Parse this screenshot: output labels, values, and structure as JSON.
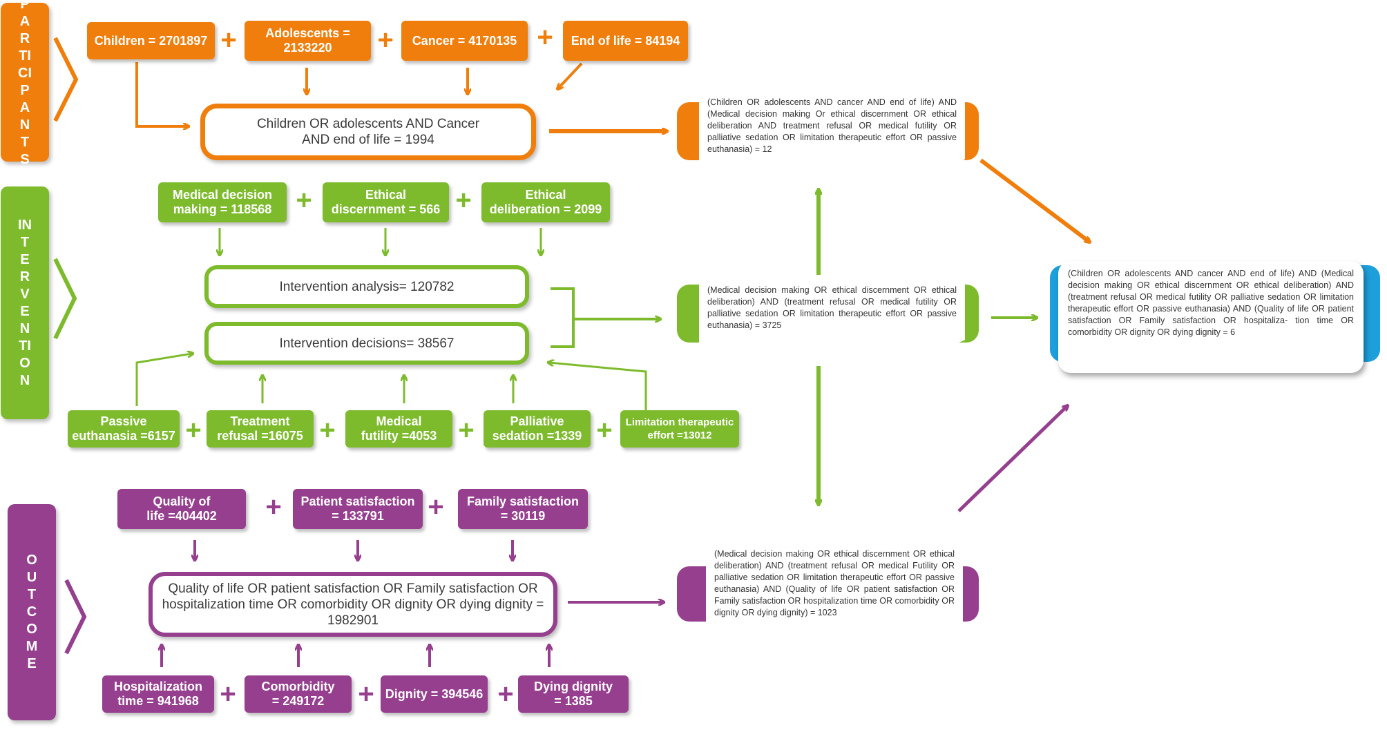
{
  "participants": {
    "side_label": "PARTICIPANTS",
    "terms": [
      "Children = 2701897",
      "Adolescents =\n2133220",
      "Cancer = 4170135",
      "End of life = 84194"
    ],
    "combined": "Children OR adolescents AND Cancer\nAND end of life = 1994",
    "result": "(Children OR adolescents AND cancer AND end of life) AND (Medical decision making Or ethical discernment OR ethical deliberation AND treatment refusal OR medical futility OR palliative sedation OR limitation therapeutic effort OR passive euthanasia) = 12"
  },
  "intervention": {
    "side_label": "INTERVENTION",
    "top_terms": [
      "Medical decision\nmaking = 118568",
      "Ethical\ndiscernment = 566",
      "Ethical\ndeliberation = 2099"
    ],
    "analysis": "Intervention analysis= 120782",
    "decisions": "Intervention decisions= 38567",
    "bottom_terms": [
      "Passive\neuthanasia =6157",
      "Treatment\nrefusal =16075",
      "Medical\nfutility  =4053",
      "Palliative\nsedation =1339",
      "Limitation therapeutic\neffort =13012"
    ],
    "result": "(Medical decision making OR ethical discernment OR ethical deliberation) AND (treatment refusal OR medical futility OR palliative sedation OR limitation therapeutic effort OR passive euthanasia) = 3725"
  },
  "outcome": {
    "side_label": "OUTCOME",
    "top_terms": [
      "Quality of\nlife =404402",
      "Patient satisfaction\n= 133791",
      "Family satisfaction\n= 30119"
    ],
    "combined": "Quality of life OR patient satisfaction OR Family satisfaction OR\nhospitalization time OR comorbidity OR dignity OR dying dignity = 1982901",
    "bottom_terms": [
      "Hospitalization\ntime = 941968",
      "Comorbidity\n= 249172",
      "Dignity = 394546",
      "Dying dignity\n= 1385"
    ],
    "result": "(Medical decision making OR ethical discernment OR ethical deliberation) AND (treatment refusal OR medical Futility OR palliative sedation OR limitation therapeutic effort OR passive euthanasia) AND (Quality of life OR patient satisfaction OR Family satisfaction OR hospitalization time OR comorbidity OR dignity OR dying dignity) = 1023"
  },
  "final": {
    "result": "(Children OR adolescents AND cancer AND end of life) AND (Medical decision making OR ethical discernment OR ethical deliberation) AND (treatment refusal OR medical futility OR palliative sedation OR limitation therapeutic effort OR passive euthanasia) AND (Quality of life OR patient satisfaction OR Family satisfaction OR hospitaliza- tion time OR comorbidity OR dignity OR dying dignity = 6"
  },
  "operator_symbol": "+",
  "colors": {
    "participants": "#f07e0c",
    "intervention": "#7dbb2c",
    "outcome": "#953f8e",
    "final": "#1d9fdc"
  }
}
